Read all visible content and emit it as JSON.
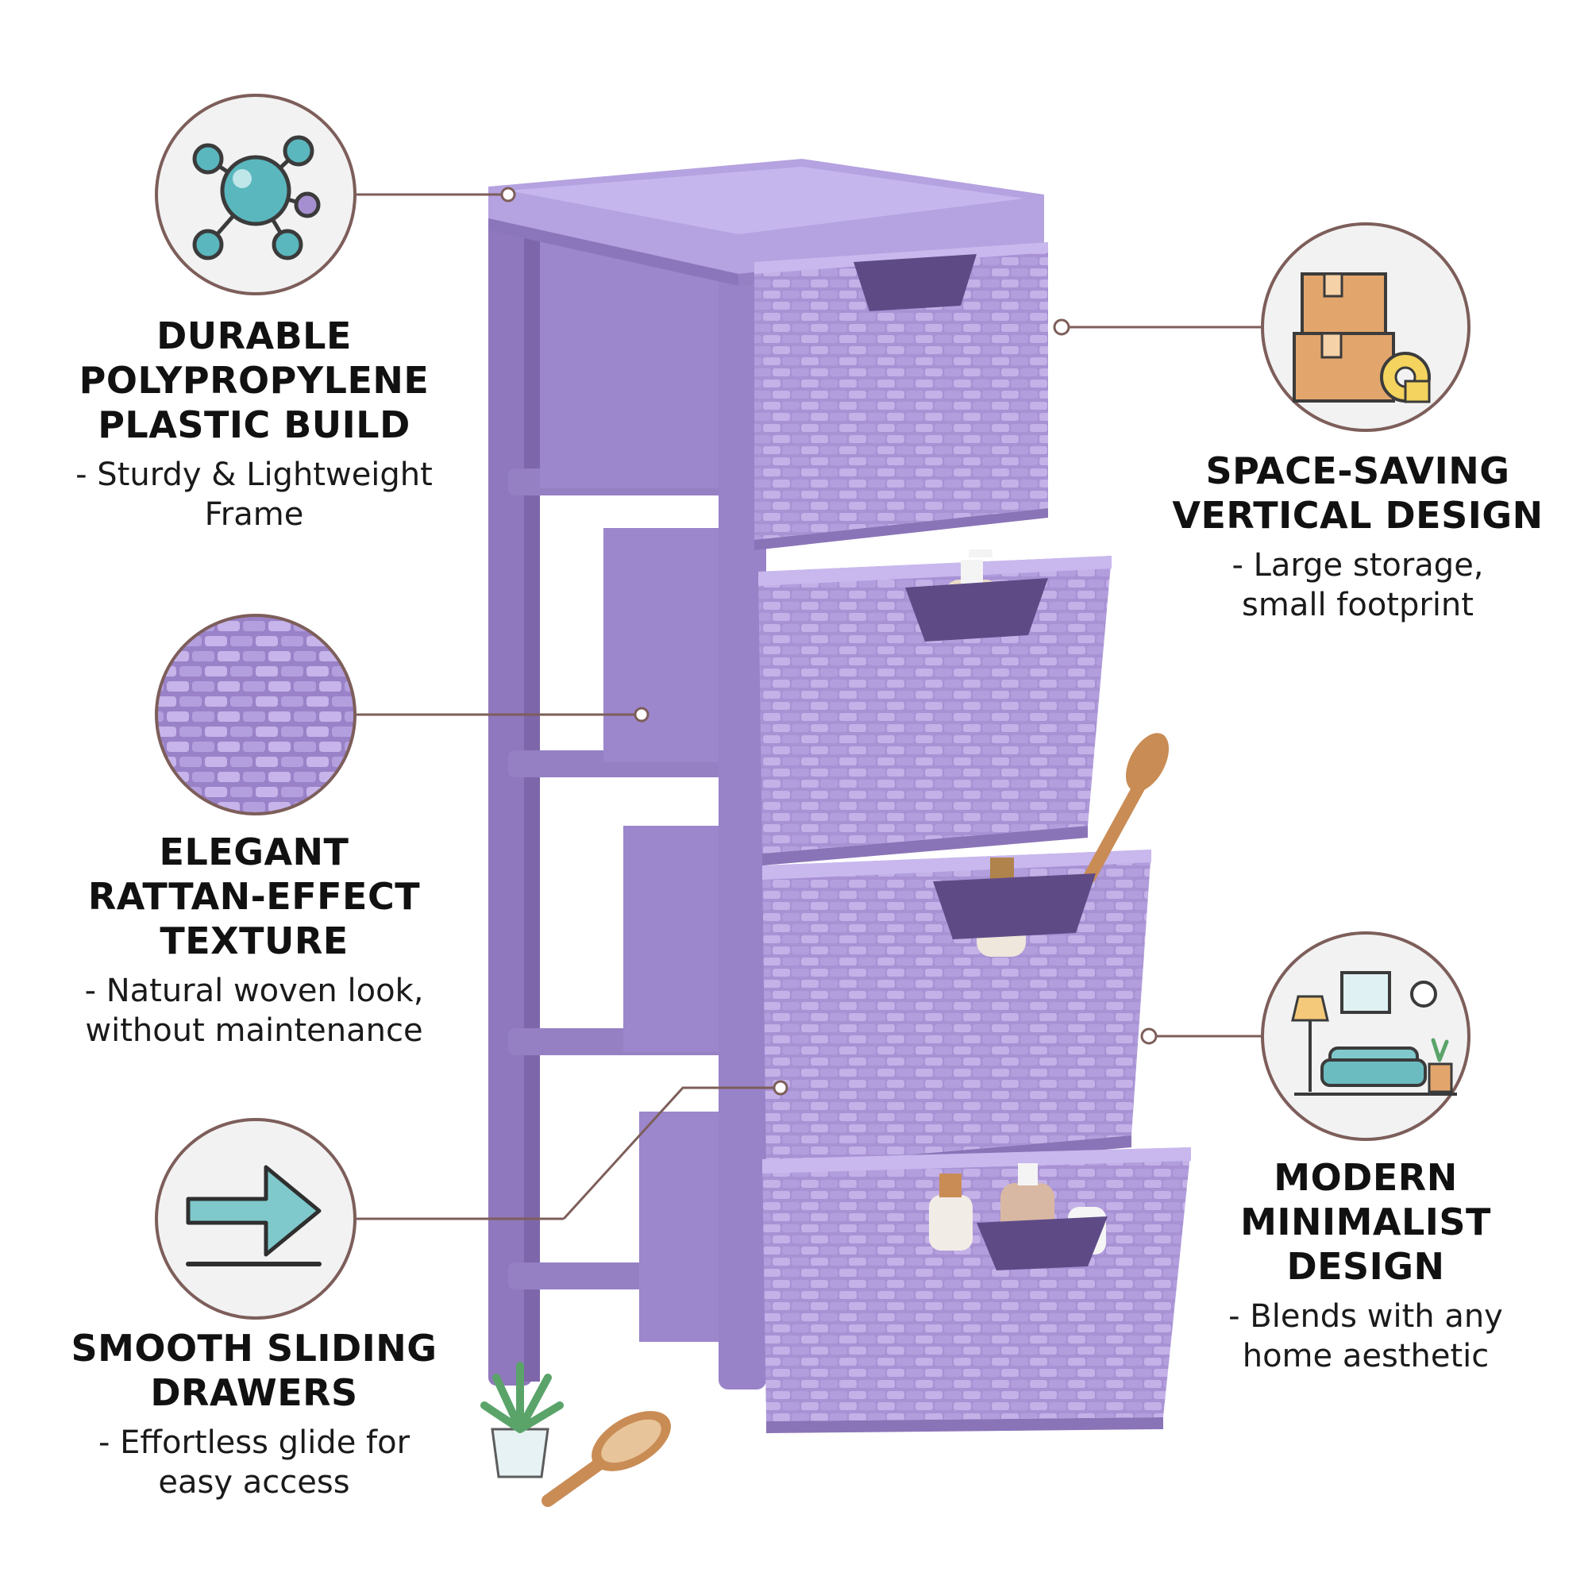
{
  "colors": {
    "lavender": "#a58fd0",
    "lavender_dark": "#7e66b0",
    "lavender_light": "#c4b2e6",
    "teal": "#5ab7be",
    "callout_line": "#7d5e5a",
    "cardboard": "#e2a66d"
  },
  "features": {
    "durable": {
      "icon": "molecule-icon",
      "title": [
        "DURABLE",
        "POLYPROPYLENE",
        "PLASTIC BUILD"
      ],
      "subtitle": [
        "- Sturdy & Lightweight",
        "Frame"
      ]
    },
    "rattan": {
      "icon": "woven-texture-icon",
      "title": [
        "ELEGANT",
        "RATTAN-EFFECT",
        "TEXTURE"
      ],
      "subtitle": [
        "- Natural woven look,",
        "without maintenance"
      ]
    },
    "sliding": {
      "icon": "arrow-right-icon",
      "title": [
        "SMOOTH SLIDING",
        "DRAWERS"
      ],
      "subtitle": [
        "- Effortless glide for",
        "easy access"
      ]
    },
    "space": {
      "icon": "boxes-tape-icon",
      "title": [
        "SPACE-SAVING",
        "VERTICAL DESIGN"
      ],
      "subtitle": [
        "- Large storage,",
        "small footprint"
      ]
    },
    "modern": {
      "icon": "living-room-icon",
      "title": [
        "MODERN",
        "MINIMALIST",
        "DESIGN"
      ],
      "subtitle": [
        "- Blends with any",
        "home aesthetic"
      ]
    }
  }
}
